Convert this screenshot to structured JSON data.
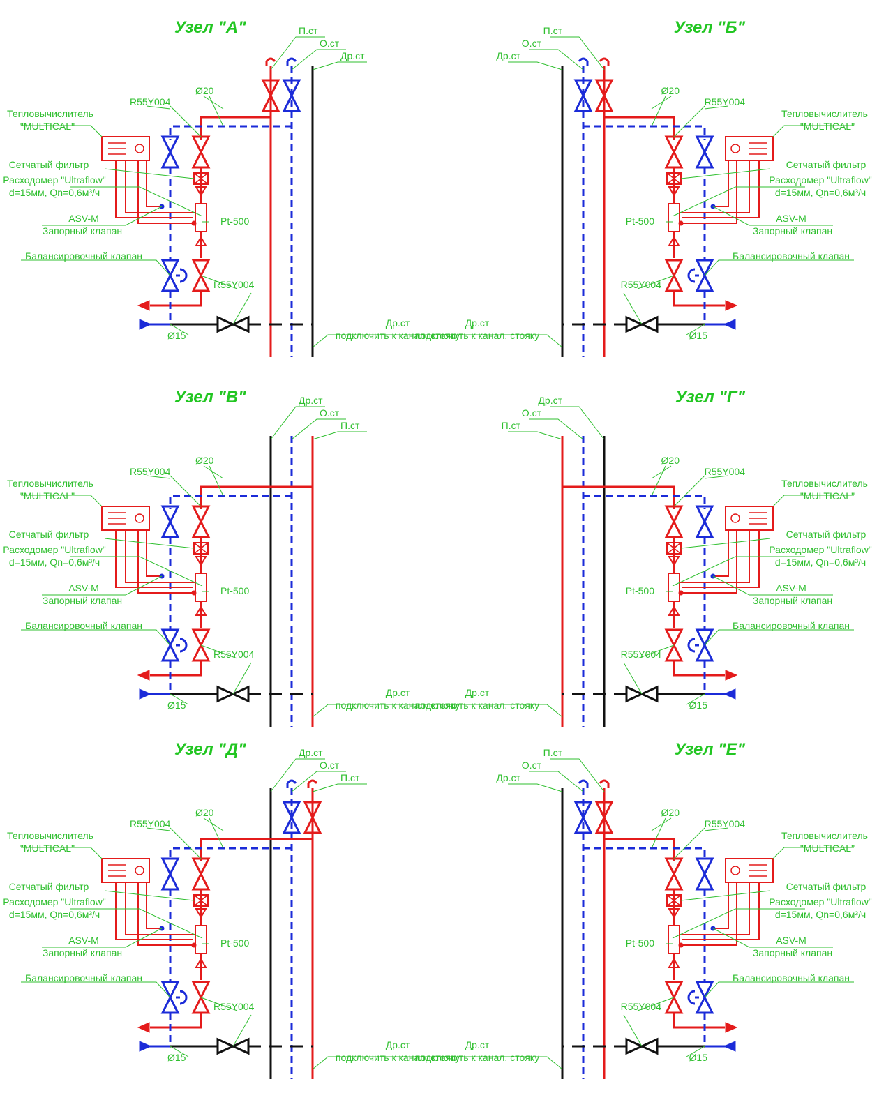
{
  "nodes": [
    {
      "id": "A",
      "title": "Узел  \"А\"",
      "mirrored": false,
      "riser_labels": [
        "П.ст",
        "О.ст",
        "Др.ст"
      ],
      "labels": {
        "calc": "Тепловычислитель",
        "calc2": "\"MULTICAL\"",
        "filter": "Сетчатый фильтр",
        "meter": "Расходомер \"Ultraflow\"",
        "meter2": "d=15мм,  Qn=0,6м³/ч",
        "asv": "ASV-M",
        "asv2": "Запорный клапан",
        "bal": "Балансировочный клапан",
        "r55a": "R55Y004",
        "r55b": "R55Y004",
        "d20": "Ø20",
        "d15": "Ø15",
        "pt": "Pt-500",
        "drain": "Др.ст",
        "drain2": "подключить к канал. стояку"
      }
    },
    {
      "id": "B",
      "title": "Узел  \"Б\"",
      "mirrored": true,
      "riser_labels": [
        "П.ст",
        "О.ст",
        "Др.ст"
      ],
      "labels": {
        "calc": "Тепловычислитель",
        "calc2": "\"MULTICAL\"",
        "filter": "Сетчатый фильтр",
        "meter": "Расходомер \"Ultraflow\"",
        "meter2": "d=15мм,  Qn=0,6м³/ч",
        "asv": "ASV-M",
        "asv2": "Запорный клапан",
        "bal": "Балансировочный клапан",
        "r55a": "R55Y004",
        "r55b": "R55Y004",
        "d20": "Ø20",
        "d15": "Ø15",
        "pt": "Pt-500",
        "drain": "Др.ст",
        "drain2": "подключить к канал. стояку"
      }
    },
    {
      "id": "V",
      "title": "Узел  \"В\"",
      "mirrored": false,
      "riser_labels": [
        "Др.ст",
        "О.ст",
        "П.ст"
      ],
      "labels": {
        "calc": "Тепловычислитель",
        "calc2": "\"MULTICAL\"",
        "filter": "Сетчатый фильтр",
        "meter": "Расходомер \"Ultraflow\"",
        "meter2": "d=15мм,  Qn=0,6м³/ч",
        "asv": "ASV-M",
        "asv2": "Запорный клапан",
        "bal": "Балансировочный клапан",
        "r55a": "R55Y004",
        "r55b": "R55Y004",
        "d20": "Ø20",
        "d15": "Ø15",
        "pt": "Pt-500",
        "drain": "Др.ст",
        "drain2": "подключить к канал. стояку"
      }
    },
    {
      "id": "G",
      "title": "Узел  \"Г\"",
      "mirrored": true,
      "riser_labels": [
        "Др.ст",
        "О.ст",
        "П.ст"
      ],
      "labels": {
        "calc": "Тепловычислитель",
        "calc2": "\"MULTICAL\"",
        "filter": "Сетчатый фильтр",
        "meter": "Расходомер \"Ultraflow\"",
        "meter2": "d=15мм,  Qn=0,6м³/ч",
        "asv": "ASV-M",
        "asv2": "Запорный клапан",
        "bal": "Балансировочный клапан",
        "r55a": "R55Y004",
        "r55b": "R55Y004",
        "d20": "Ø20",
        "d15": "Ø15",
        "pt": "Pt-500",
        "drain": "Др.ст",
        "drain2": "подключить к канал. стояку"
      }
    },
    {
      "id": "D",
      "title": "Узел  \"Д\"",
      "mirrored": false,
      "riser_labels": [
        "Др.ст",
        "О.ст",
        "П.ст"
      ],
      "labels": {
        "calc": "Тепловычислитель",
        "calc2": "\"MULTICAL\"",
        "filter": "Сетчатый фильтр",
        "meter": "Расходомер \"Ultraflow\"",
        "meter2": "d=15мм,  Qn=0,6м³/ч",
        "asv": "ASV-M",
        "asv2": "Запорный клапан",
        "bal": "Балансировочный клапан",
        "r55a": "R55Y004",
        "r55b": "R55Y004",
        "d20": "Ø20",
        "d15": "Ø15",
        "pt": "Pt-500",
        "drain": "Др.ст",
        "drain2": "подключить к канал. стояку"
      }
    },
    {
      "id": "E",
      "title": "Узел  \"Е\"",
      "mirrored": true,
      "riser_labels": [
        "П.ст",
        "О.ст",
        "Др.ст"
      ],
      "labels": {
        "calc": "Тепловычислитель",
        "calc2": "\"MULTICAL\"",
        "filter": "Сетчатый фильтр",
        "meter": "Расходомер \"Ultraflow\"",
        "meter2": "d=15мм,  Qn=0,6м³/ч",
        "asv": "ASV-M",
        "asv2": "Запорный клапан",
        "bal": "Балансировочный клапан",
        "r55a": "R55Y004",
        "r55b": "R55Y004",
        "d20": "Ø20",
        "d15": "Ø15",
        "pt": "Pt-500",
        "drain": "Др.ст",
        "drain2": "подключить к канал. стояку"
      }
    }
  ],
  "colors": {
    "supply": "#e41b1b",
    "return": "#1b2bd8",
    "drain": "#111111",
    "annotation": "#2fbf2f"
  }
}
